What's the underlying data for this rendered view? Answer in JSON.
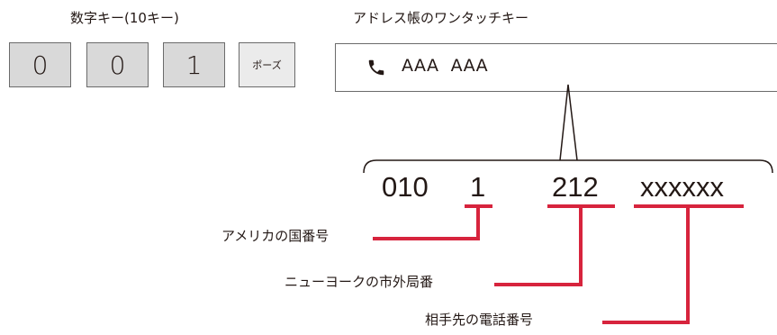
{
  "captions": {
    "numeric_keys": "数字キー(10キー)",
    "one_touch": "アドレス帳のワンタッチキー"
  },
  "keys": [
    "0",
    "0",
    "1",
    "ポーズ"
  ],
  "one_touch_entry": {
    "icon": "phone-icon",
    "label": "AAA  AAA"
  },
  "number_segments": [
    "010",
    "1",
    "212",
    "xxxxxx"
  ],
  "annotations": {
    "country_code": "アメリカの国番号",
    "area_code": "ニューヨークの市外局番",
    "local_number": "相手先の電話番号"
  },
  "colors": {
    "accent": "#d7243d",
    "key_fill": "#d9d9d9",
    "border": "#6b6b6b",
    "text": "#231815"
  }
}
